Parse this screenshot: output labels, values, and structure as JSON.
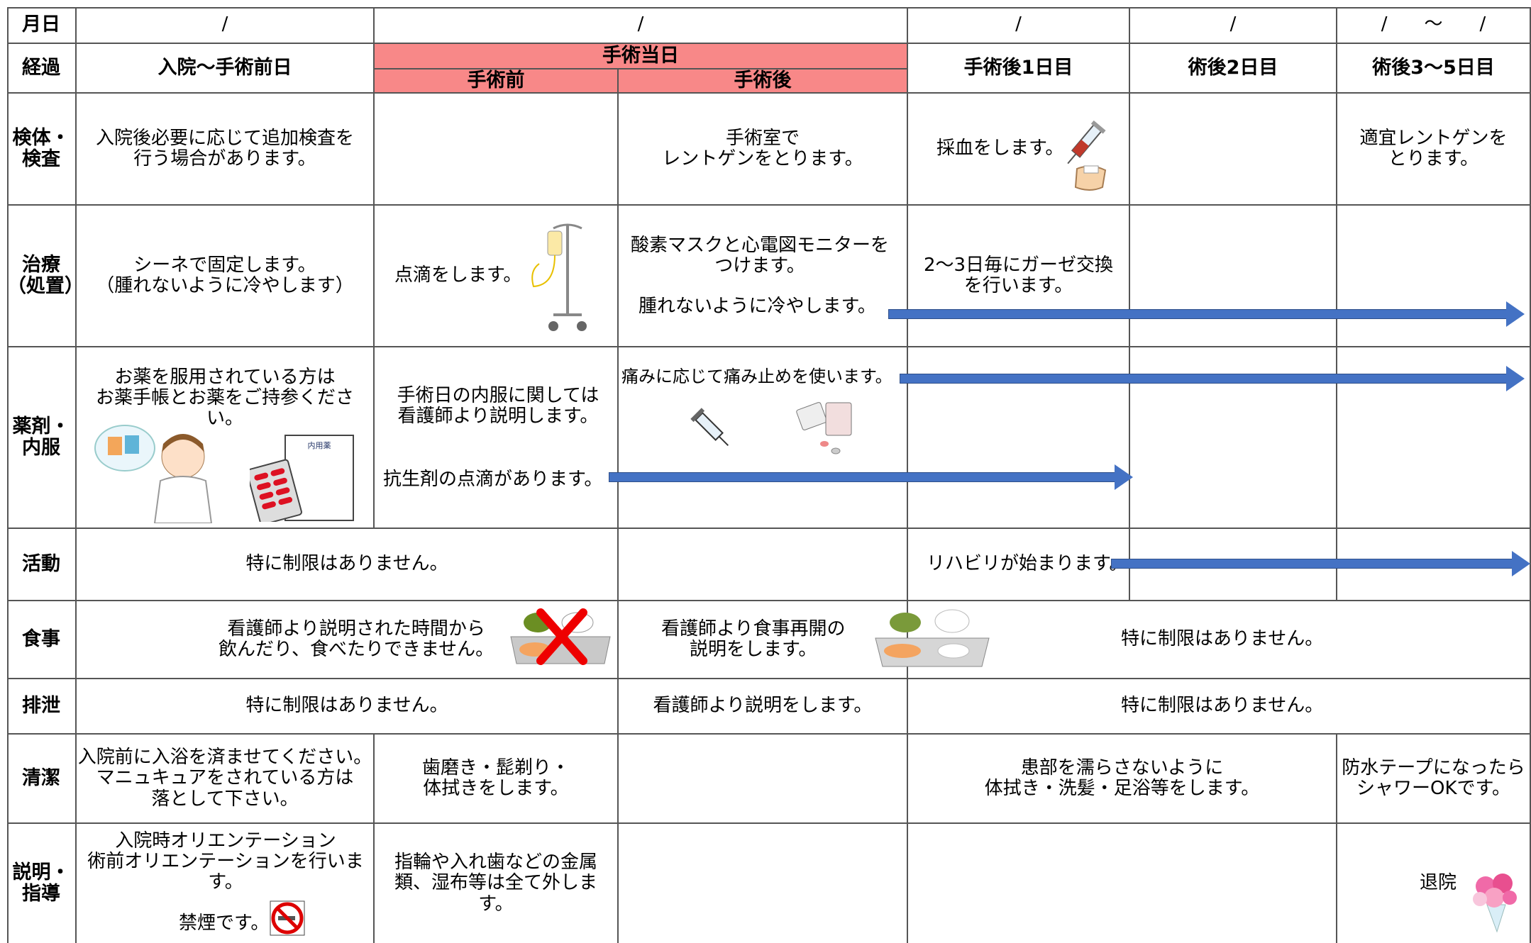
{
  "dates": {
    "label": "月日",
    "c1": "/",
    "c2": "/",
    "c3": "/",
    "c4": "/",
    "c5": "/　　～　　/"
  },
  "progress": {
    "label": "経過",
    "admission": "入院～手術前日",
    "surgery_day": "手術当日",
    "before_surgery": "手術前",
    "after_surgery": "手術後",
    "post_day1": "手術後1日目",
    "post_day2": "術後2日目",
    "post_day3_5": "術後3～5日目"
  },
  "rows": {
    "tests": {
      "label": "検体・\n検査",
      "admission": "入院後必要に応じて追加検査を\n行う場合があります。",
      "after_surgery": "手術室で\nレントゲンをとります。",
      "post_day1": "採血をします。",
      "post_day3_5": "適宜レントゲンを\nとります。"
    },
    "treatment": {
      "label": "治療\n（処置）",
      "admission": "シーネで固定します。\n（腫れないように冷やします）",
      "before_surgery": "点滴をします。",
      "after_surgery_1": "酸素マスクと心電図モニターを\nつけます。",
      "after_surgery_2": "腫れないように冷やします。",
      "post_day1": "2～3日毎にガーゼ交換\nを行います。"
    },
    "medication": {
      "label": "薬剤・\n内服",
      "admission": "お薬を服用されている方は\nお薬手帳とお薬をご持参ください。",
      "before_surgery_1": "手術日の内服に関しては\n看護師より説明します。",
      "before_surgery_2": "抗生剤の点滴があります。",
      "after_surgery": "痛みに応じて痛み止めを使います。",
      "med_book_label": "内用薬"
    },
    "activity": {
      "label": "活動",
      "admission": "特に制限はありません。",
      "post_day1": "リハビリが始まります。"
    },
    "meals": {
      "label": "食事",
      "admission": "看護師より説明された時間から\n飲んだり、食べたりできません。",
      "after_surgery": "看護師より食事再開の\n説明をします。",
      "post": "特に制限はありません。"
    },
    "excretion": {
      "label": "排泄",
      "admission": "特に制限はありません。",
      "after_surgery": "看護師より説明をします。",
      "post": "特に制限はありません。"
    },
    "hygiene": {
      "label": "清潔",
      "admission": "入院前に入浴を済ませてください。\nマニュキュアをされている方は\n落として下さい。",
      "before_surgery": "歯磨き・髭剃り・\n体拭きをします。",
      "post": "患部を濡らさないように\n体拭き・洗髪・足浴等をします。",
      "post_day3_5": "防水テープになったら\nシャワーOKです。"
    },
    "guidance": {
      "label": "説明・\n指導",
      "admission_1": "入院時オリエンテーション\n術前オリエンテーションを行いま\nす。",
      "admission_2": "禁煙です。",
      "before_surgery": "指輪や入れ歯などの金属\n類、湿布等は全て外しま\nす。",
      "post_day3_5": "退院"
    }
  },
  "colors": {
    "surgery_day_header": "#f88888",
    "arrow": "#4472c4",
    "grid_line": "#555555"
  },
  "icons": [
    "syringe-icon",
    "bandaged-arm-icon",
    "iv-drip-stand-icon",
    "nurse-icon",
    "pill-pack-icon",
    "medicine-book-icon",
    "injection-icon",
    "meal-tray-icon",
    "red-cross-mark-icon",
    "no-smoking-icon",
    "flower-bouquet-icon"
  ]
}
